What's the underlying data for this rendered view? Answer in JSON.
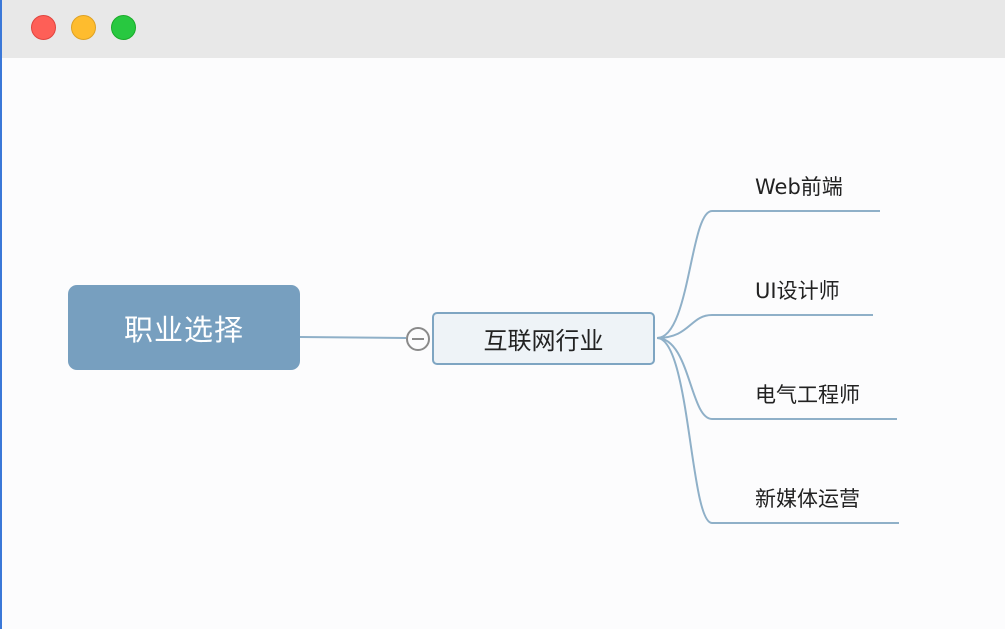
{
  "window": {
    "controls": [
      "close",
      "minimize",
      "maximize"
    ]
  },
  "mindmap": {
    "root": "职业选择",
    "main": "互联网行业",
    "leaves": [
      "Web前端",
      "UI设计师",
      "电气工程师",
      "新媒体运营"
    ],
    "colors": {
      "root_bg": "#779fbf",
      "main_border": "#7ea5c2",
      "link": "#8fb0c8"
    }
  }
}
